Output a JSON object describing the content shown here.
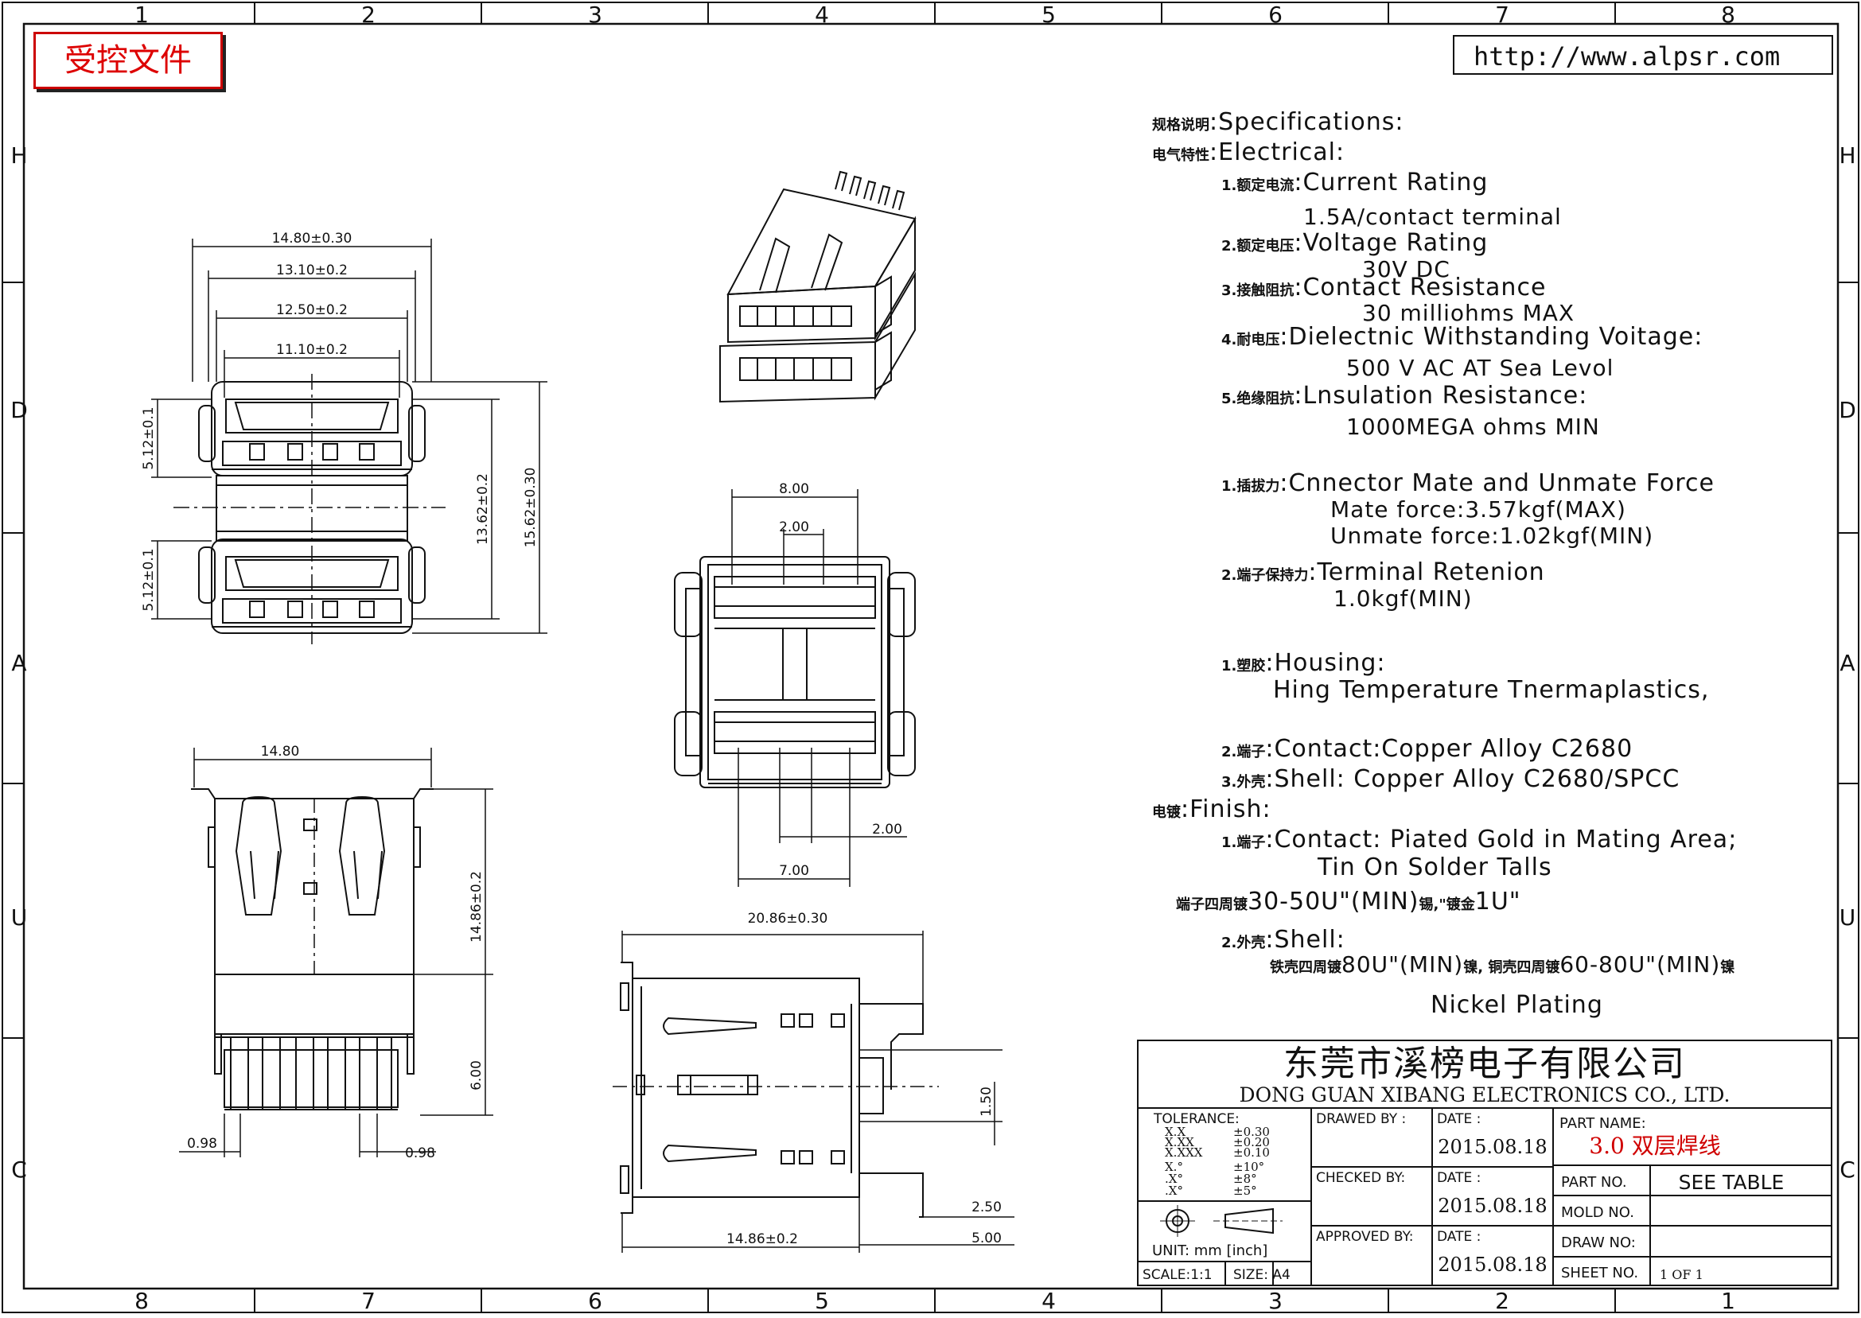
{
  "frame": {
    "top_columns": [
      "1",
      "2",
      "3",
      "4",
      "5",
      "6",
      "7",
      "8"
    ],
    "bottom_columns": [
      "8",
      "7",
      "6",
      "5",
      "4",
      "3",
      "2",
      "1"
    ],
    "left_rows": [
      "H",
      "D",
      "A",
      "U",
      "C"
    ],
    "right_rows": [
      "H",
      "D",
      "A",
      "U",
      "C"
    ]
  },
  "stamp": "受控文件",
  "url": "http://www.alpsr.com",
  "dims": {
    "w1480": "14.80±0.30",
    "w1310": "13.10±0.2",
    "w1250": "12.50±0.2",
    "w1110": "11.10±0.2",
    "h512a": "5.12±0.1",
    "h512b": "5.12±0.1",
    "h1362": "13.62±0.2",
    "h1562": "15.62±0.30",
    "w800": "8.00",
    "w200a": "2.00",
    "w200b": "2.00",
    "w700": "7.00",
    "w1480b": "14.80",
    "h1486": "14.86±0.2",
    "h600": "6.00",
    "w098a": "0.98",
    "w098b": "0.98",
    "w2086": "20.86±0.30",
    "h150": "1.50",
    "h250": "2.50",
    "h500": "5.00",
    "w1486": "14.86±0.2"
  },
  "specs": {
    "heading_cn": "规格说明",
    "heading": ":Specifications:",
    "electrical_cn": "电气特性",
    "electrical": ":Electrical:",
    "s1_cn": "1.额定电流",
    "s1": ":Current  Rating",
    "s1v": "1.5A/contact  terminal",
    "s2_cn": "2.额定电压",
    "s2": ":Voltage  Rating",
    "s2v": "30V  DC",
    "s3_cn": "3.接触阻抗",
    "s3": ":Contact  Resistance",
    "s3v": "30  milliohms  MAX",
    "s4_cn": "4.耐电压",
    "s4": ":Dielectnic  Withstanding  Voitage:",
    "s4v": "500  V  AC  AT  Sea  Levol",
    "s5_cn": "5.绝缘阻抗",
    "s5": ":Lnsulation  Resistance:",
    "s5v": "1000MEGA  ohms  MIN",
    "m1_cn": "1.插拔力",
    "m1": ":Cnnector  Mate  and  Unmate  Force",
    "m1a": "Mate  force:3.57kgf(MAX)",
    "m1b": "Unmate  force:1.02kgf(MIN)",
    "m2_cn": "2.端子保持力",
    "m2": ":Terminal  Retenion",
    "m2v": "1.0kgf(MIN)",
    "p1_cn": "1.塑胶",
    "p1": ":Housing:",
    "p1v": "Hing  Temperature   Tnermaplastics,",
    "p2_cn": "2.端子",
    "p2": ":Contact:Copper  Alloy  C2680",
    "p3_cn": "3.外壳",
    "p3": ":Shell:  Copper  Alloy  C2680/SPCC",
    "f_cn": "电镀",
    "f": ":Finish:",
    "f1_cn": "1.端子",
    "f1": ":Contact:  Piated  Gold  in  Mating  Area;",
    "f1v": "Tin  On  Solder  Talls",
    "f1c_cn": "端子四周镀",
    "f1c_a": "30-50U\"(MIN)",
    "f1c_cn2": "锡,\"镀金",
    "f1c_b": "1U\"",
    "f2_cn": "2.外壳",
    "f2": ":Shell:",
    "f2c_cn": "铁壳四周镀",
    "f2c_a": "80U\"(MIN)",
    "f2c_cn2": "镍, 铜壳四周镀",
    "f2c_b": "60-80U\"(MIN)",
    "f2c_cn3": "镍",
    "f2v": "Nickel  Plating"
  },
  "title_block": {
    "company_cn": "东莞市溪榜电子有限公司",
    "company_en": "DONG  GUAN  XIBANG  ELECTRONICS  CO.,  LTD.",
    "tolerance_label": "TOLERANCE:",
    "tol_rows": [
      {
        "k": "X.X",
        "v": "±0.30"
      },
      {
        "k": "X.XX",
        "v": "±0.20"
      },
      {
        "k": "X.XXX",
        "v": "±0.10"
      },
      {
        "k": "X.°",
        "v": "±10°"
      },
      {
        "k": ".X°",
        "v": "±8°"
      },
      {
        "k": ".X°",
        "v": "±5°"
      }
    ],
    "unit": "UNIT:  mm  [inch]",
    "scale": "SCALE:1:1",
    "size": "SIZE: A4",
    "drawed_by": "DRAWED  BY :",
    "checked_by": "CHECKED  BY:",
    "approved_by": "APPROVED  BY:",
    "date_label": "DATE :",
    "date1": "2015.08.18",
    "date2": "2015.08.18",
    "date3": "2015.08.18",
    "part_name_label": "PART  NAME:",
    "part_name": "3.0 双层焊线",
    "part_no_label": "PART  NO.",
    "part_no": "SEE  TABLE",
    "mold_no_label": "MOLD  NO.",
    "draw_no_label": "DRAW  NO:",
    "sheet_label": "SHEET  NO.",
    "sheet": "1  OF  1"
  },
  "colors": {
    "ink": "#111111",
    "stamp": "#d00000",
    "part_name": "#d00000"
  }
}
